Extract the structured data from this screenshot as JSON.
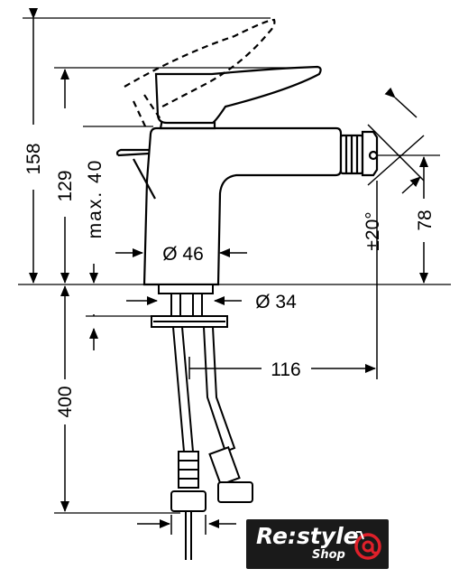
{
  "dimensions": {
    "height_total": "158",
    "height_spout": "129",
    "max_thickness": "max. 40",
    "base_diameter": "Ø 46",
    "hole_diameter": "Ø 34",
    "angle": "±20°",
    "outlet_height": "78",
    "reach": "116",
    "hose_length": "400"
  },
  "logo": {
    "brand": "Re:style",
    "sub": "Shop",
    "colors": {
      "background": "#1a1a1a",
      "accent": "#e0202a",
      "text": "#ffffff"
    }
  }
}
